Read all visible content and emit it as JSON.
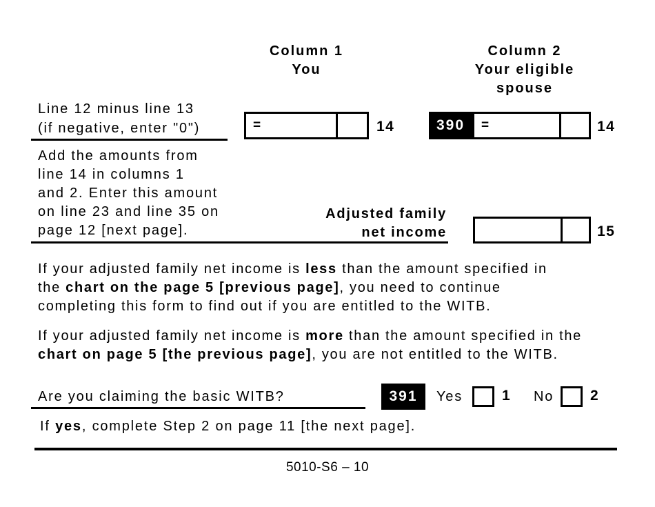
{
  "colors": {
    "ink": "#000000",
    "paper": "#ffffff",
    "code_box_bg": "#000000",
    "code_box_text": "#ffffff"
  },
  "header": {
    "col1_title": "Column 1",
    "col1_subtitle": "You",
    "col2_title": "Column 2",
    "col2_subtitle1": "Your eligible",
    "col2_subtitle2": "spouse"
  },
  "row14": {
    "label_line1": "Line 12 minus line 13",
    "label_line2": "(if negative, enter \"0\")",
    "equals": "=",
    "field_code": "390",
    "line_number": "14",
    "col1_value": "",
    "col2_value": ""
  },
  "row15": {
    "instr_line1": "Add the amounts from",
    "instr_line2": "line 14 in columns 1",
    "instr_line3": "and 2. Enter this amount",
    "instr_line4": "on line 23 and line 35 on",
    "instr_line5": "page 12 [next page].",
    "caption_line1": "Adjusted family",
    "caption_line2": "net income",
    "line_number": "15",
    "value": ""
  },
  "para1": {
    "l1a": "If your adjusted family net income is ",
    "l1b": "less",
    "l1c": " than the amount specified in",
    "l2a": "the ",
    "l2b": "chart on the page 5 [previous page]",
    "l2c": ", you need to continue",
    "l3": "completing this form to find out if you are entitled to the WITB."
  },
  "para2": {
    "l1a": "If your adjusted family net income is ",
    "l1b": "more",
    "l1c": " than the amount specified in the",
    "l2a": "chart on page 5 [the previous page]",
    "l2b": ", you are not entitled to the WITB."
  },
  "question": {
    "text": "Are you claiming the basic WITB?",
    "field_code": "391",
    "yes_label": "Yes",
    "yes_number": "1",
    "no_label": "No",
    "no_number": "2",
    "followup_a": "If ",
    "followup_b": "yes",
    "followup_c": ", complete Step 2 on page 11 [the next page]."
  },
  "footer": {
    "page_code": "5010-S6 – 10"
  }
}
